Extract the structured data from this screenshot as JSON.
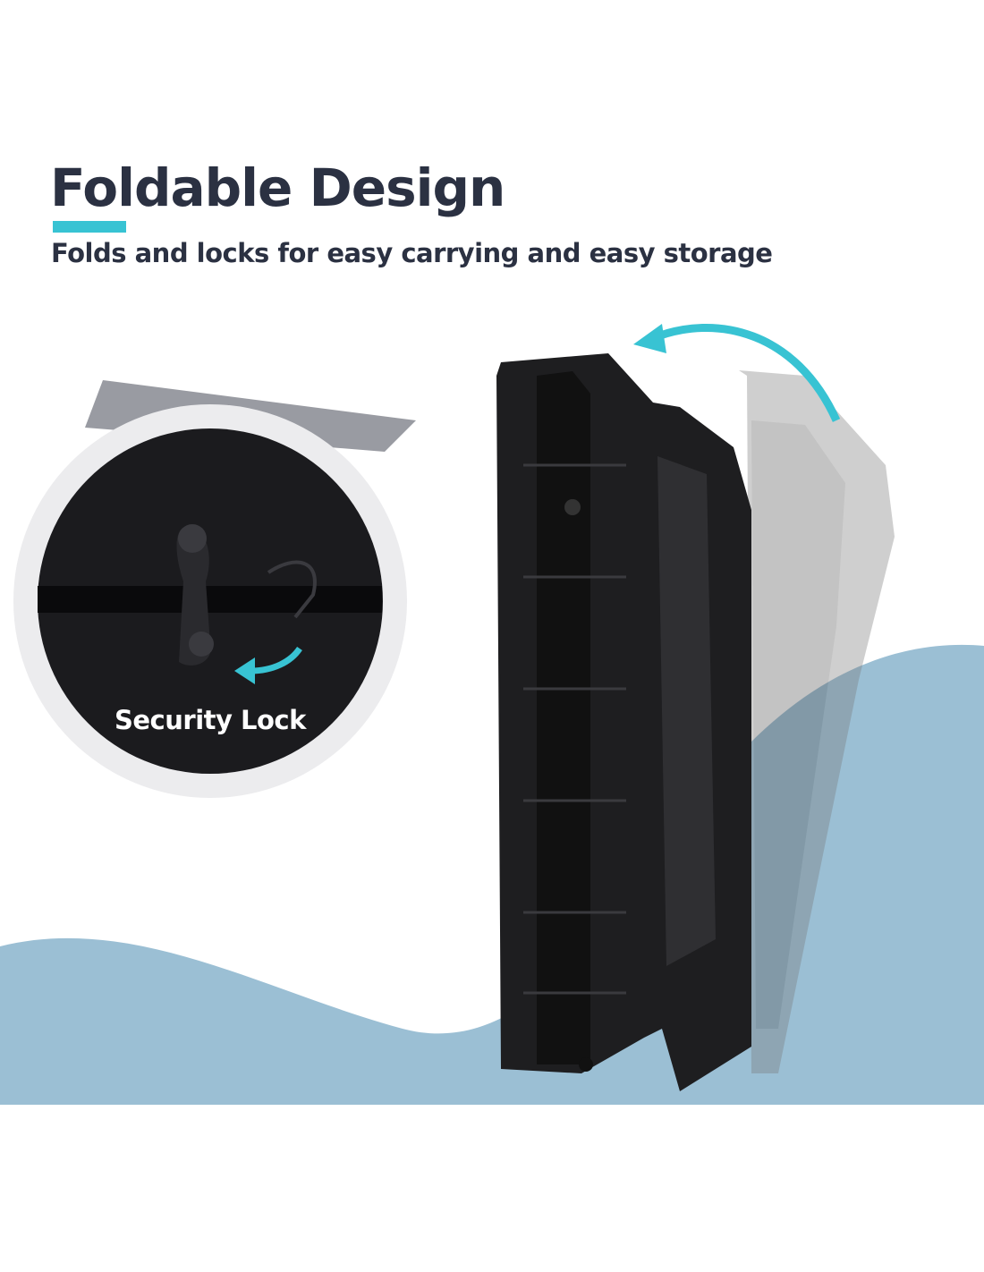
{
  "header": {
    "title": "Foldable Design",
    "subtitle": "Folds and locks for easy carrying and easy storage"
  },
  "callout": {
    "label": "Security Lock"
  },
  "colors": {
    "text": "#2b3142",
    "accent": "#38c3d3",
    "wave": "#9bbfd4",
    "product": "#1e1e20"
  }
}
